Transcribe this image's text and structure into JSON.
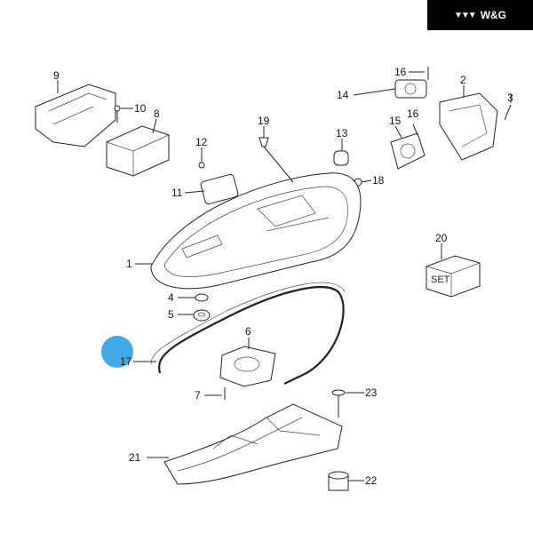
{
  "logo": {
    "text": "W&G",
    "icon": "wg-triangles-icon"
  },
  "callouts": {
    "c9": "9",
    "c10": "10",
    "c8": "8",
    "c12": "12",
    "c19": "19",
    "c13": "13",
    "c16a": "16",
    "c14": "14",
    "c15": "15",
    "c16b": "16",
    "c2": "2",
    "c3": "3",
    "c18": "18",
    "c11": "11",
    "c20": "20",
    "c1": "1",
    "c4": "4",
    "c5": "5",
    "c6": "6",
    "c17": "17",
    "c7": "7",
    "c23": "23",
    "c21": "21",
    "c22": "22"
  },
  "set_box_label": "SET",
  "highlight_color": "#3fa9e8"
}
